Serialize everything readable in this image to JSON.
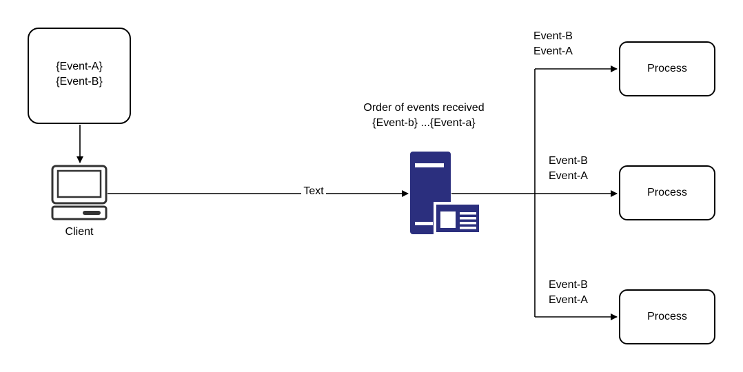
{
  "source": {
    "lines": [
      "{Event-A}",
      "{Event-B}"
    ]
  },
  "client": {
    "caption": "Client",
    "icon": "computer-icon"
  },
  "link": {
    "label": "Text"
  },
  "server": {
    "icon": "server-icon",
    "color": "#2b2f7e",
    "caption_lines": [
      "Order of events received",
      "{Event-b} ...{Event-a}"
    ]
  },
  "branches": [
    {
      "events": [
        "Event-B",
        "Event-A"
      ],
      "process_label": "Process"
    },
    {
      "events": [
        "Event-B",
        "Event-A"
      ],
      "process_label": "Process"
    },
    {
      "events": [
        "Event-B",
        "Event-A"
      ],
      "process_label": "Process"
    }
  ]
}
